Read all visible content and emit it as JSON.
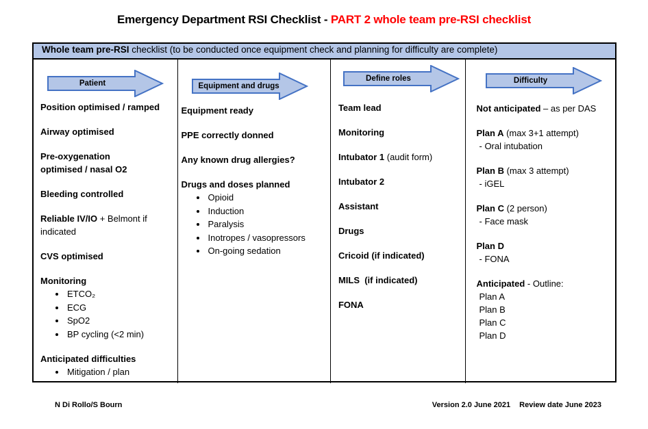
{
  "title": {
    "part_black": "Emergency Department RSI Checklist - ",
    "part_red": "PART 2 whole team pre-RSI checklist"
  },
  "banner": {
    "bold": "Whole team pre-RSI",
    "rest": " checklist (to be conducted once equipment check and planning for difficulty are complete)"
  },
  "colors": {
    "panel_fill": "#b4c6e7",
    "arrow_border": "#4472c4",
    "title_red": "#ff0000"
  },
  "columns": {
    "patient": {
      "arrow_label": "Patient",
      "items": {
        "position": "Position optimised / ramped",
        "airway": "Airway optimised",
        "preoxygenation": "Pre-oxygenation\noptimised / nasal O2",
        "bleeding": "Bleeding controlled",
        "reliable_iv_bold": "Reliable IV/IO",
        "reliable_iv_rest": " + Belmont if\nindicated",
        "cvs": "CVS optimised",
        "monitoring": "Monitoring",
        "monitoring_bullets": [
          "ETCO₂",
          "ECG",
          "SpO2",
          "BP cycling (<2 min)"
        ],
        "anticipated": "Anticipated difficulties",
        "anticipated_bullets": [
          "Mitigation / plan"
        ]
      }
    },
    "equipment": {
      "arrow_label": "Equipment and drugs",
      "items": {
        "ready": "Equipment ready",
        "ppe": "PPE correctly donned",
        "allergies": "Any known drug allergies?",
        "drugs_planned": "Drugs and doses planned",
        "drug_bullets": [
          "Opioid",
          "Induction",
          "Paralysis",
          "Inotropes / vasopressors",
          "On-going sedation"
        ]
      }
    },
    "roles": {
      "arrow_label": "Define roles",
      "items": {
        "team_lead": "Team lead",
        "monitoring": "Monitoring",
        "intubator1_bold": "Intubator 1",
        "intubator1_rest": " (audit form)",
        "intubator2": "Intubator 2",
        "assistant": "Assistant",
        "drugs": "Drugs",
        "cricoid": "Cricoid (if indicated)",
        "mils": "MILS  (if indicated)",
        "fona": "FONA"
      }
    },
    "difficulty": {
      "arrow_label": "Difficulty",
      "items": {
        "not_anticipated_bold": "Not anticipated",
        "not_anticipated_rest": " – as per DAS",
        "plan_a_bold": "Plan A",
        "plan_a_rest": " (max 3+1 attempt)",
        "plan_a_sub": "- Oral intubation",
        "plan_b_bold": "Plan B",
        "plan_b_rest": " (max 3 attempt)",
        "plan_b_sub": "- iGEL",
        "plan_c_bold": "Plan C",
        "plan_c_rest": " (2 person)",
        "plan_c_sub": "- Face mask",
        "plan_d_bold": "Plan D",
        "plan_d_sub": "- FONA",
        "anticipated_bold": "Anticipated",
        "anticipated_rest": " - Outline:",
        "outline_plans": [
          "Plan A",
          "Plan B",
          "Plan C",
          "Plan D"
        ]
      }
    }
  },
  "footer": {
    "author": "N Di Rollo/S Bourn",
    "version": "Version 2.0 June 2021",
    "review": "Review date June 2023"
  }
}
